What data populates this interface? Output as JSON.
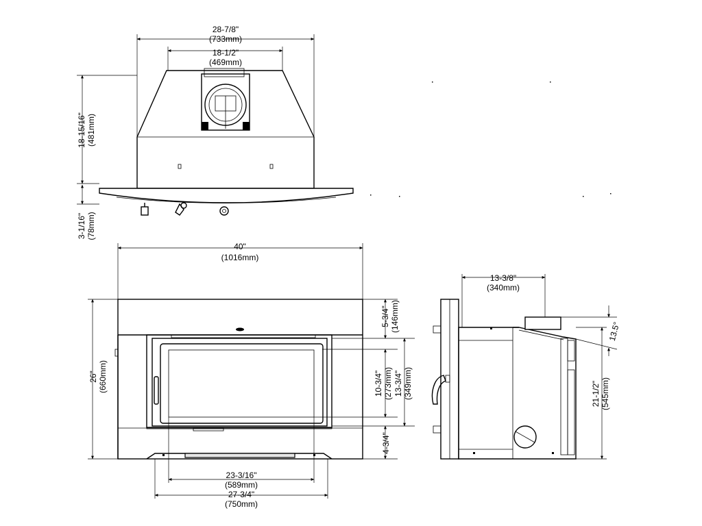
{
  "dimensions": {
    "top_overall_width": {
      "inch": "28-7/8\"",
      "mm": "(733mm)"
    },
    "top_flue_width": {
      "inch": "18-1/2\"",
      "mm": "(469mm)"
    },
    "top_depth": {
      "inch": "18-15/16\"",
      "mm": "(481mm)"
    },
    "top_projection": {
      "inch": "3-1/16\"",
      "mm": "(78mm)"
    },
    "front_overall_width": {
      "inch": "40\"",
      "mm": "(1016mm)"
    },
    "front_height": {
      "inch": "26\"",
      "mm": "(660mm)"
    },
    "front_top_to_glass": {
      "inch": "5-3/4\"",
      "mm": "(146mm)"
    },
    "front_glass_height": {
      "inch": "10-3/4\"",
      "mm": "(273mm)"
    },
    "front_door_height": {
      "inch": "13-3/4\"",
      "mm": "(349mm)"
    },
    "front_bottom": {
      "inch": "4-3/4\"",
      "mm": ""
    },
    "front_glass_width": {
      "inch": "23-3/16\"",
      "mm": "(589mm)"
    },
    "front_body_width": {
      "inch": "27-3/4\"",
      "mm": "(750mm)"
    },
    "side_depth": {
      "inch": "13-3/8\"",
      "mm": "(340mm)"
    },
    "side_height": {
      "inch": "21-1/2\"",
      "mm": "(545mm)"
    },
    "side_angle": "13.5°"
  }
}
